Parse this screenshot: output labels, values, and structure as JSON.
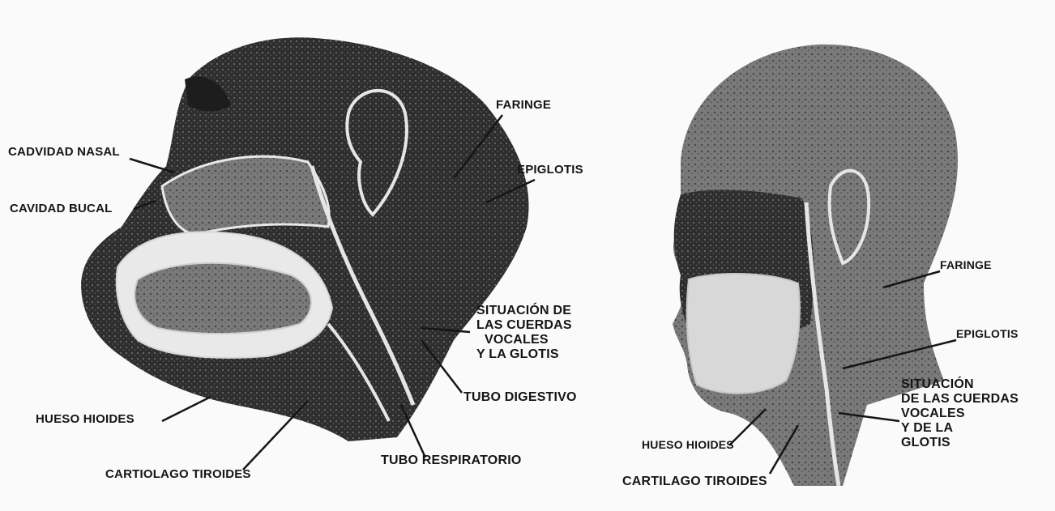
{
  "colors": {
    "ink": "#151515",
    "paper": "#fafafa",
    "mid_gray": "#3a3a3a",
    "light_gray": "#8d8d8d"
  },
  "left_figure": {
    "description_type": "sagittal section of ape head",
    "labels": {
      "nasal": "CADVIDAD NASAL",
      "bucal": "CAVIDAD BUCAL",
      "faringe": "FARINGE",
      "epiglotis": "EPIGLOTIS",
      "cuerdas": [
        "SITUACIÓN DE",
        "LAS CUERDAS",
        "VOCALES",
        "Y LA GLOTIS"
      ],
      "digestivo": "TUBO DIGESTIVO",
      "respiratorio": "TUBO RESPIRATORIO",
      "hioides": "HUESO HIOIDES",
      "tiroides": "CARTIOLAGO TIROIDES"
    }
  },
  "right_figure": {
    "description_type": "sagittal section of human head",
    "labels": {
      "faringe": "FARINGE",
      "epiglotis": "EPIGLOTIS",
      "cuerdas": [
        "SITUACIÓN",
        "DE LAS CUERDAS",
        "VOCALES",
        "Y DE LA",
        "GLOTIS"
      ],
      "hioides": "HUESO HIOIDES",
      "tiroides": "CARTILAGO TIROIDES"
    }
  }
}
